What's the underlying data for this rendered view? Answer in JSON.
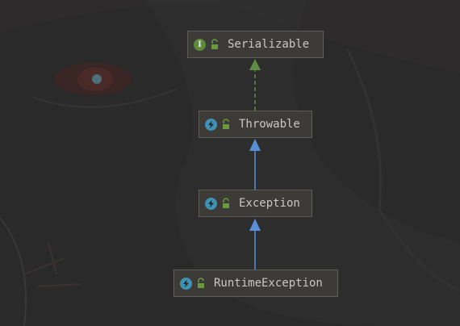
{
  "diagram": {
    "nodes": [
      {
        "id": "serializable",
        "label": "Serializable",
        "kind": "interface",
        "badge_icon": "interface-i-icon",
        "badge_color": "#5d8a3a"
      },
      {
        "id": "throwable",
        "label": "Throwable",
        "kind": "class",
        "badge_icon": "exception-class-icon",
        "badge_color": "#3f92b2"
      },
      {
        "id": "exception",
        "label": "Exception",
        "kind": "class",
        "badge_icon": "exception-class-icon",
        "badge_color": "#3f92b2"
      },
      {
        "id": "runtime-exception",
        "label": "RuntimeException",
        "kind": "class",
        "badge_icon": "exception-class-icon",
        "badge_color": "#3f92b2"
      }
    ],
    "edges": [
      {
        "from": "throwable",
        "to": "serializable",
        "type": "implements",
        "style": "dashed",
        "color": "#5f8c44"
      },
      {
        "from": "exception",
        "to": "throwable",
        "type": "extends",
        "style": "solid",
        "color": "#5a8fd6"
      },
      {
        "from": "runtime-exception",
        "to": "exception",
        "type": "extends",
        "style": "solid",
        "color": "#5a8fd6"
      }
    ],
    "interface_badge_letter": "I",
    "access_icon": "unlocked-padlock-icon",
    "access_icon_color": "#6a9a3e"
  }
}
